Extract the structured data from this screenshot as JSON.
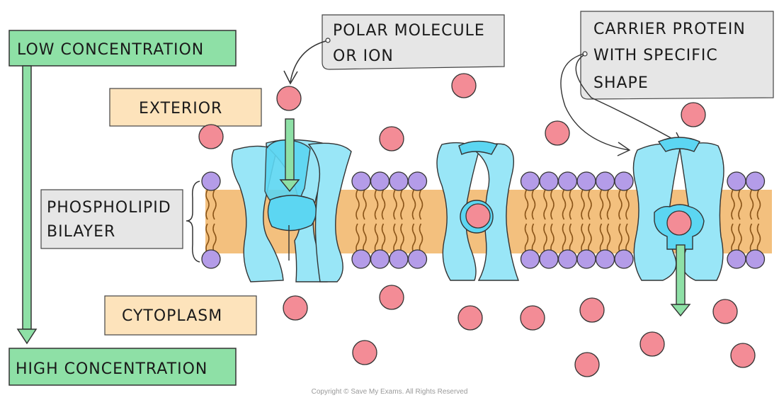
{
  "labels": {
    "low_concentration": "LOW CONCENTRATION",
    "high_concentration": "HIGH CONCENTRATION",
    "exterior": "EXTERIOR",
    "cytoplasm": "CYTOPLASM",
    "phospholipid_line1": "PHOSPHOLIPID",
    "phospholipid_line2": "BILAYER",
    "polar_line1": "POLAR MOLECULE",
    "polar_line2": "OR ION",
    "carrier_line1": "CARRIER PROTEIN",
    "carrier_line2": "WITH SPECIFIC",
    "carrier_line3": "SHAPE"
  },
  "copyright": "Copyright © Save My Exams. All Rights Reserved",
  "colors": {
    "green_box": "#8ee0a6",
    "green_arrow": "#8ee0a6",
    "peach_box": "#fde3bb",
    "grey_box": "#e6e6e6",
    "molecule": "#f38c96",
    "lipid_head": "#b49ce8",
    "lipid_core": "#f3c07e",
    "protein": "#99e6f7",
    "protein_dark": "#5cd6f2"
  }
}
